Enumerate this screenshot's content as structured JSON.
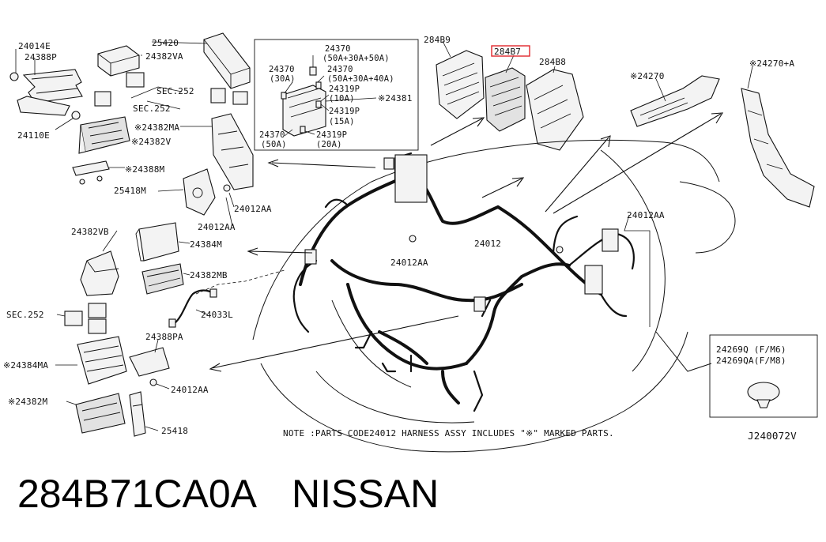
{
  "labels": {
    "p24014e": "24014E",
    "p24388p": "24388P",
    "p24110e": "24110E",
    "p25420": "25420",
    "p24382va": "24382VA",
    "sec252_a": "SEC.252",
    "sec252_b": "SEC.252",
    "p24382ma": "※24382MA",
    "p24382v": "※24382V",
    "p24388m": "※24388M",
    "p25418m": "25418M",
    "p24012aa_1": "24012AA",
    "p24012aa_2": "24012AA",
    "p24370_top": "24370",
    "p24370_top_rating": "(50A+30A+50A)",
    "p24370_left": "24370",
    "p24370_left_rating": "(30A)",
    "p24370_mid": "24370",
    "p24370_mid_rating": "(50A+30A+40A)",
    "p24319p_a": "24319P",
    "p24319p_a_rating": "(10A)",
    "p24319p_b": "24319P",
    "p24319p_b_rating": "(15A)",
    "p24370_bottom": "24370",
    "p24370_bottom_rating": "(50A)",
    "p24319p_c": "24319P",
    "p24319p_c_rating": "(20A)",
    "p24381": "※24381",
    "p284b9": "284B9",
    "p284b7": "284B7",
    "p284b8": "284B8",
    "p24270": "※24270",
    "p24270a": "※24270+A",
    "p24012aa_3": "24012AA",
    "p24012": "24012",
    "p24012aa_4": "24012AA",
    "p24382vb": "24382VB",
    "p24384m": "24384M",
    "p24382mb": "24382MB",
    "sec252_c": "SEC.252",
    "p24033l": "24033L",
    "p24388pa": "24388PA",
    "p24384ma": "※24384MA",
    "p24012aa_5": "24012AA",
    "p24382m": "※24382M",
    "p25418": "25418",
    "p24269q": "24269Q (F/M6)",
    "p24269qa": "24269QA(F/M8)"
  },
  "note": "NOTE :PARTS CODE24012 HARNESS ASSY INCLUDES \"※\" MARKED PARTS.",
  "diagram_code": "J240072V",
  "highlight_color": "#e0262c",
  "footer": {
    "part_number": "284B71CA0A",
    "brand": "NISSAN"
  }
}
